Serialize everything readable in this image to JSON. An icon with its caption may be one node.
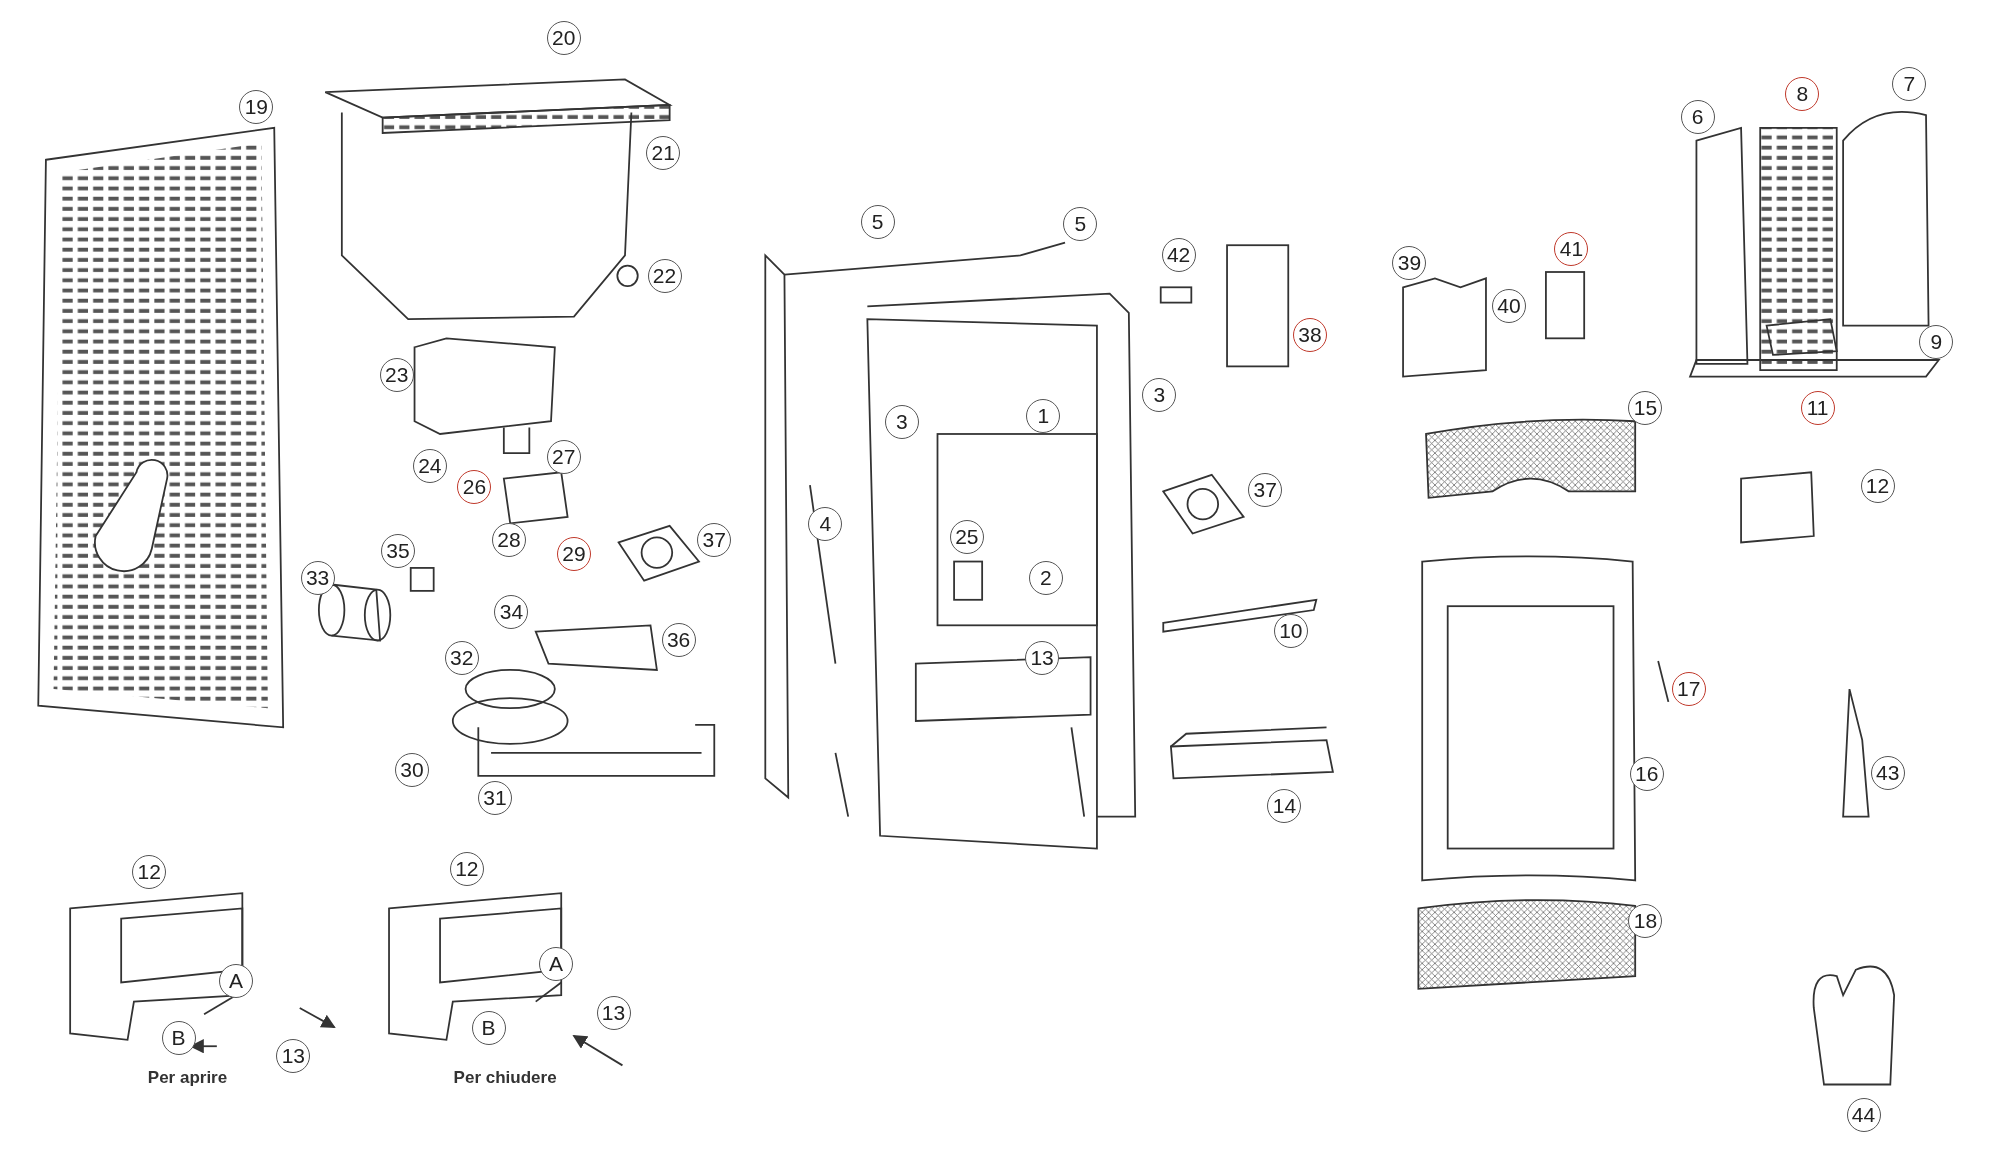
{
  "diagram": {
    "labels": [
      "20",
      "19",
      "21",
      "8",
      "7",
      "6",
      "5",
      "5",
      "42",
      "39",
      "41",
      "22",
      "40",
      "38",
      "9",
      "23",
      "3",
      "1",
      "3",
      "11",
      "27",
      "24",
      "26",
      "37",
      "12",
      "15",
      "4",
      "35",
      "28",
      "29",
      "37",
      "25",
      "33",
      "2",
      "34",
      "36",
      "10",
      "32",
      "13",
      "17",
      "30",
      "16",
      "43",
      "14",
      "31",
      "12",
      "12",
      "18",
      "A",
      "A",
      "13",
      "B",
      "B",
      "13",
      "Per aprire",
      "Per chiudere",
      "44"
    ]
  }
}
